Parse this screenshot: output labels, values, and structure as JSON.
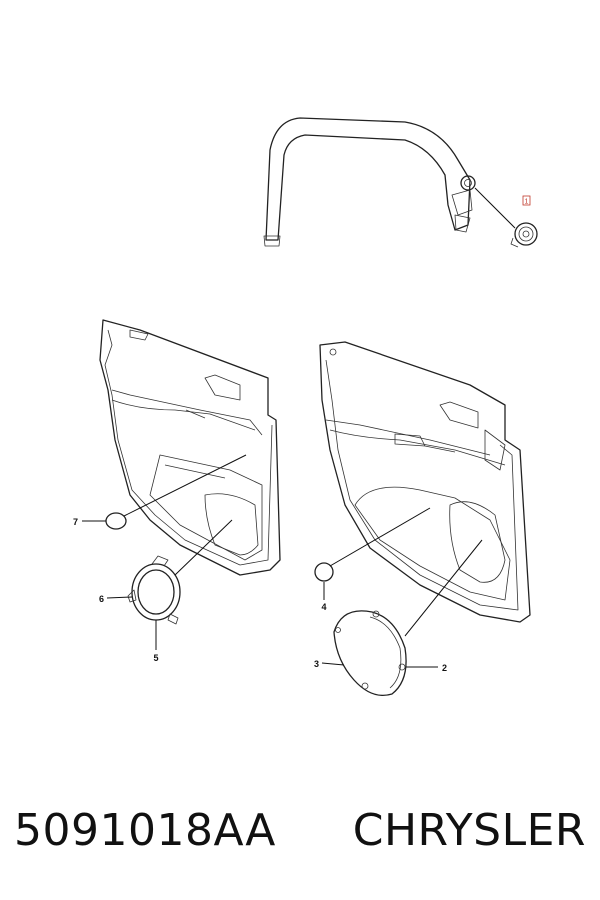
{
  "callouts": {
    "c1": "1",
    "c2": "2",
    "c3": "3",
    "c4": "4",
    "c5": "5",
    "c6": "6",
    "c7": "7"
  },
  "footer": {
    "part_number": "5091018AA",
    "brand": "CHRYSLER"
  },
  "colors": {
    "line": "#222222",
    "highlight_callout": "#c0392b"
  }
}
